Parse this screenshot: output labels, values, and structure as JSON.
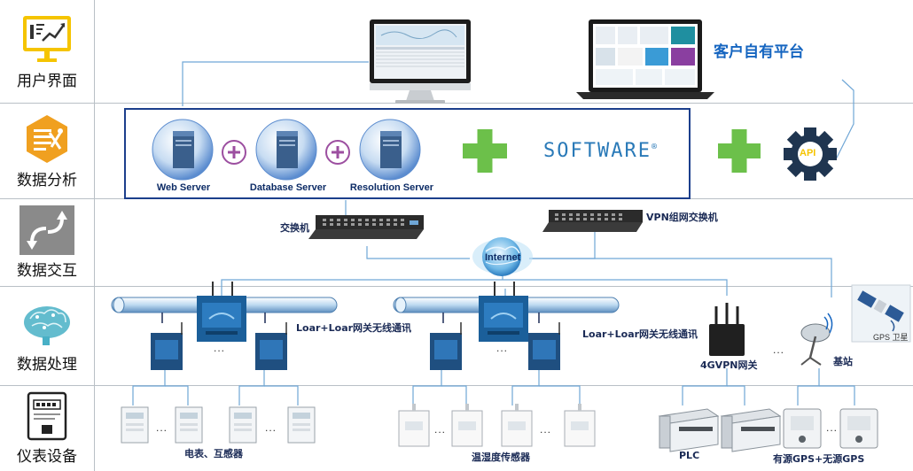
{
  "rows": [
    {
      "label": "用户界面",
      "icon": "chart-board-icon"
    },
    {
      "label": "数据分析",
      "icon": "tools-list-icon"
    },
    {
      "label": "数据交互",
      "icon": "exchange-arrows-icon"
    },
    {
      "label": "数据处理",
      "icon": "brain-icon"
    },
    {
      "label": "仪表设备",
      "icon": "meter-icon"
    }
  ],
  "user_interface": {
    "platform_label": "客户自有平台"
  },
  "analysis": {
    "servers": [
      "Web Server",
      "Database Server",
      "Resolution Server"
    ],
    "software_label": "SOFTWARE",
    "software_mark": "®",
    "api_label": "API"
  },
  "interaction": {
    "switch_label": "交换机",
    "vpn_switch_label": "VPN组网交换机",
    "internet_label": "Internet"
  },
  "processing": {
    "lora_label_1": "Loar+Loar网关无线通讯",
    "lora_label_2": "Loar+Loar网关无线通讯",
    "vpn_gateway_label": "4GVPN网关",
    "base_station_label": "基站",
    "gps_label": "GPS 卫星",
    "ellipsis": "..."
  },
  "devices": {
    "meter_label": "电表、互感器",
    "sensor_label": "温湿度传感器",
    "plc_label": "PLC",
    "gps_device_label": "有源GPS+无源GPS",
    "ellipsis": "..."
  },
  "colors": {
    "accent_blue": "#1565c0",
    "navy": "#0d2c66",
    "plus_green": "#6cc04a",
    "plus_purple": "#9c4fa0",
    "frame_blue": "#1c3f8c",
    "icon_orange": "#f0a020",
    "icon_yellow": "#f5c400"
  }
}
